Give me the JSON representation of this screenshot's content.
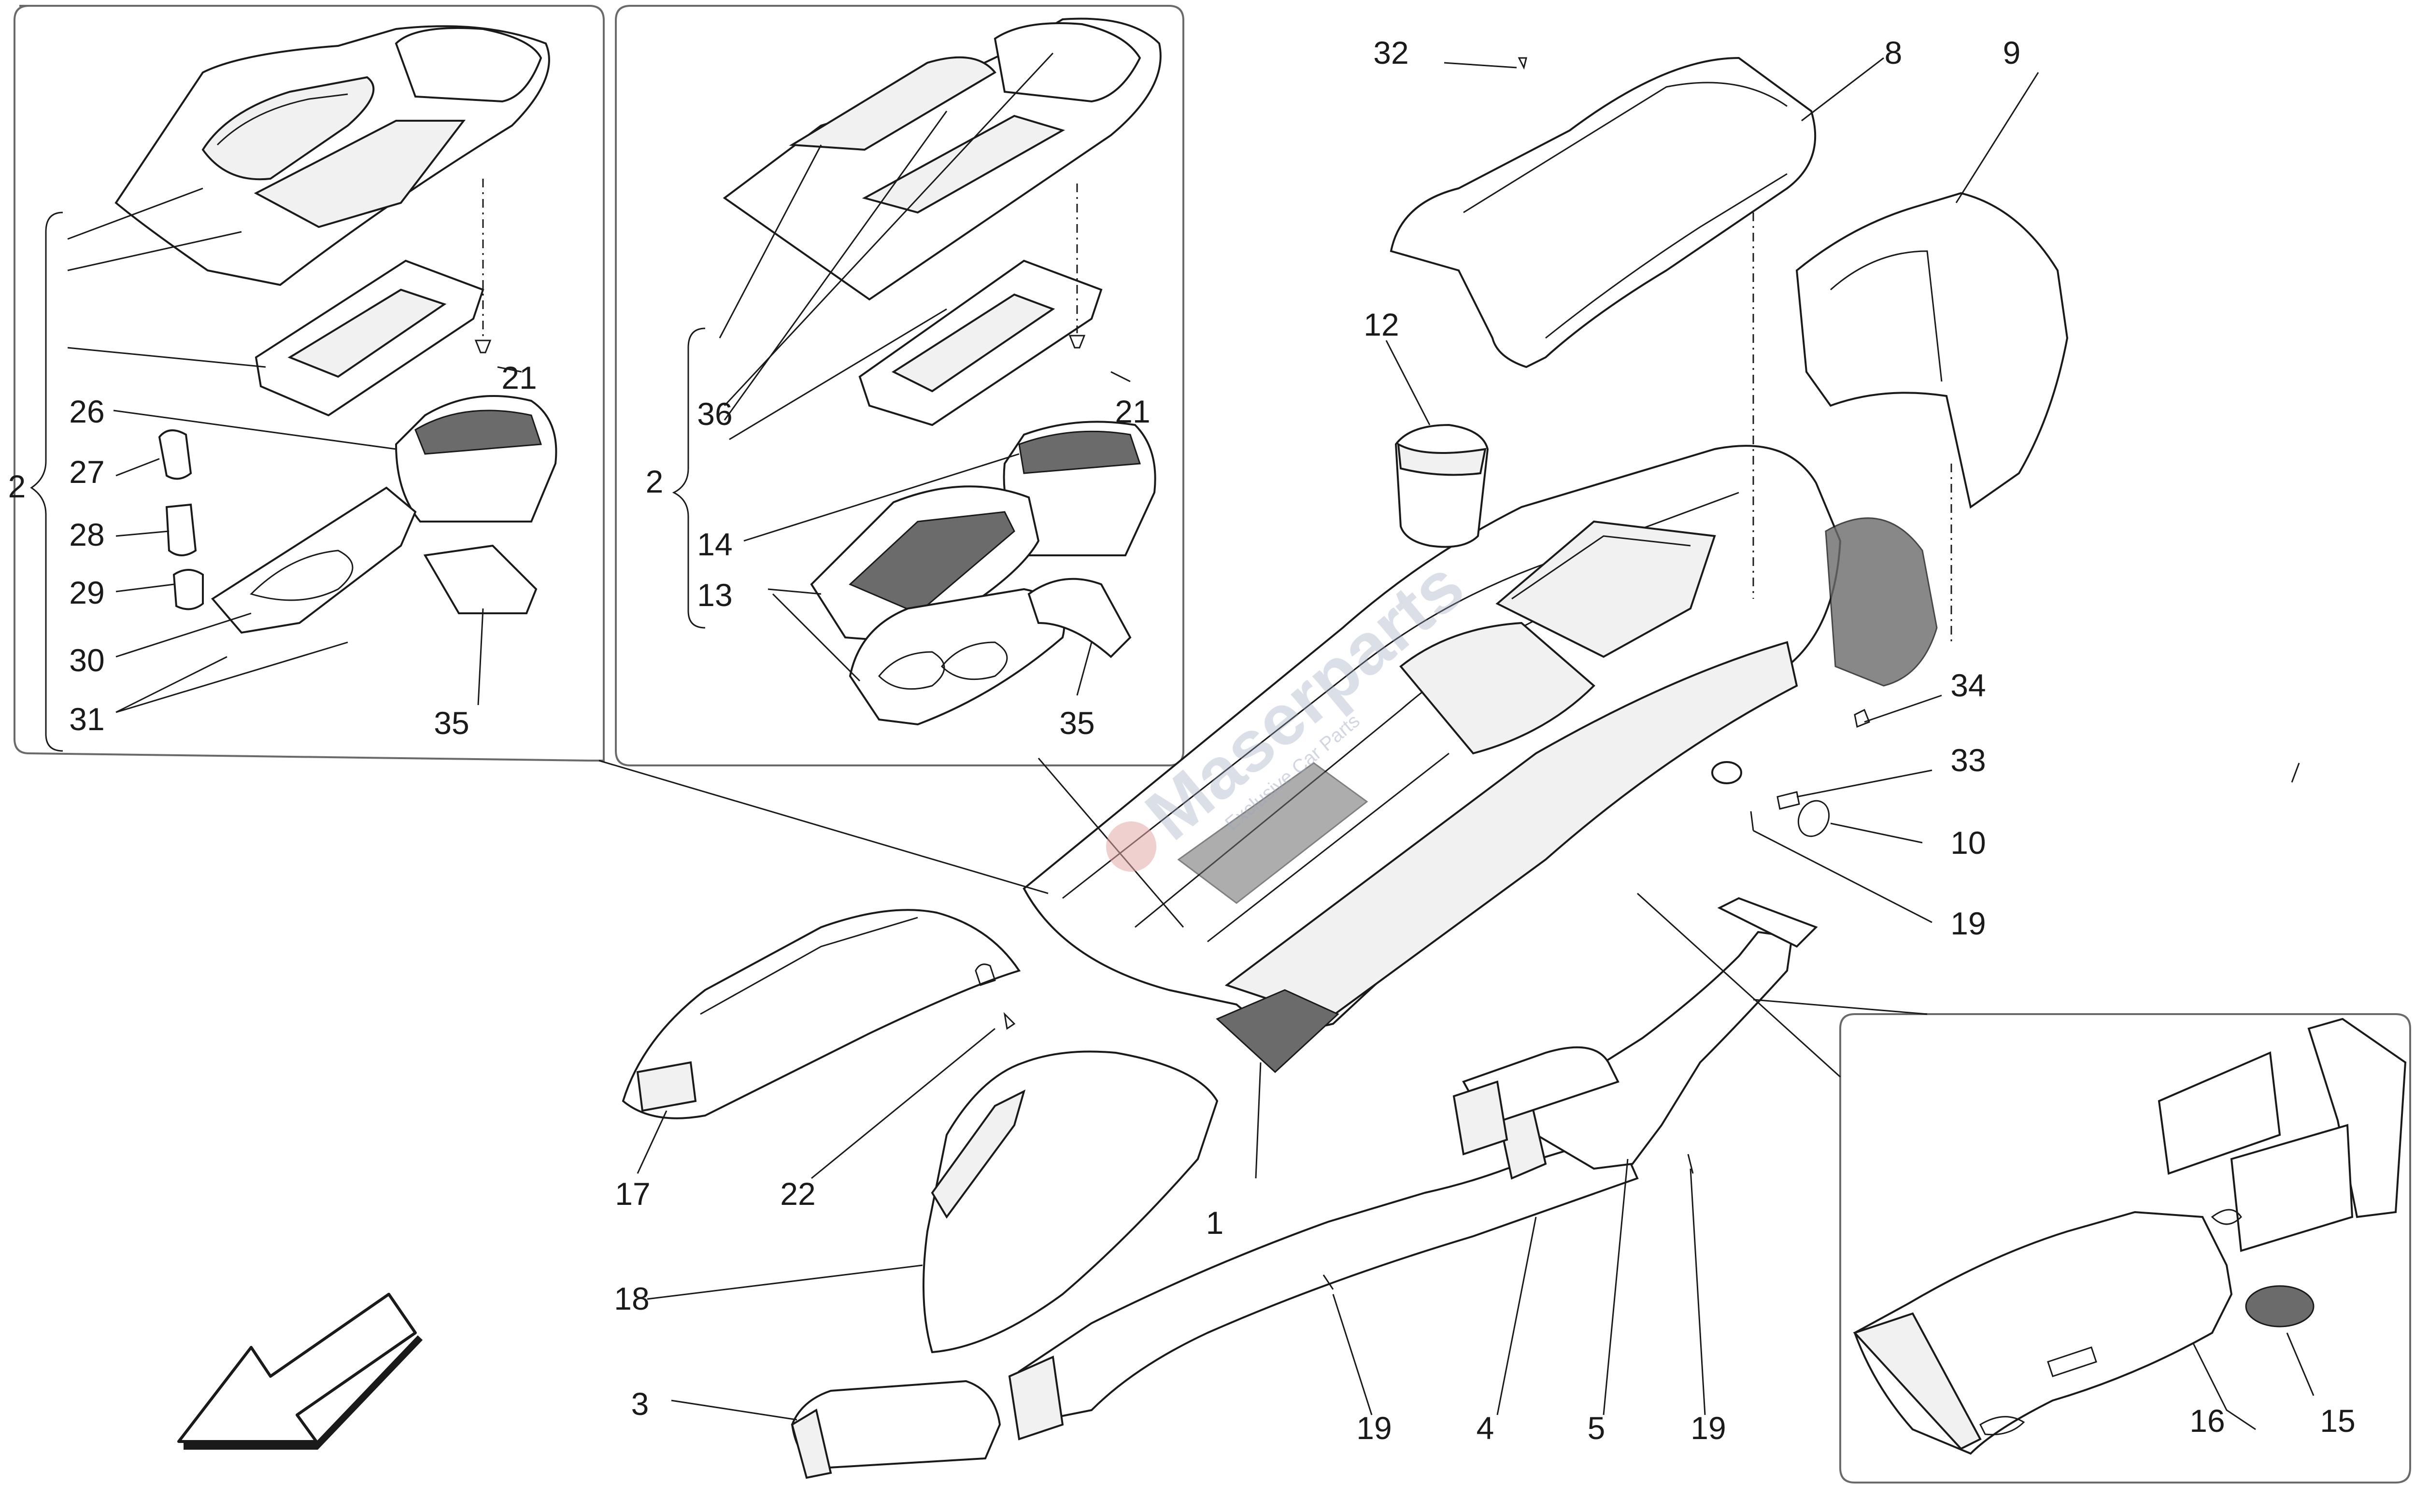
{
  "diagram": {
    "callouts": {
      "n1": "1",
      "n2": "2",
      "n3": "3",
      "n4": "4",
      "n5": "5",
      "n8": "8",
      "n9": "9",
      "n10": "10",
      "n12": "12",
      "n13": "13",
      "n14": "14",
      "n15": "15",
      "n16": "16",
      "n17": "17",
      "n18": "18",
      "n19": "19",
      "n21": "21",
      "n22": "22",
      "n26": "26",
      "n27": "27",
      "n28": "28",
      "n29": "29",
      "n30": "30",
      "n31": "31",
      "n32": "32",
      "n33": "33",
      "n34": "34",
      "n35": "35",
      "n36": "36"
    },
    "watermark": {
      "brand": "Maserparts",
      "tagline": "Exclusive Car Parts"
    },
    "colors": {
      "line": "#1a1a1a",
      "frame": "#6a6a6a",
      "mesh": "#6b6b6b",
      "watermark": "#9aa6bf"
    },
    "icons": [
      "front-direction-arrow-icon"
    ]
  }
}
